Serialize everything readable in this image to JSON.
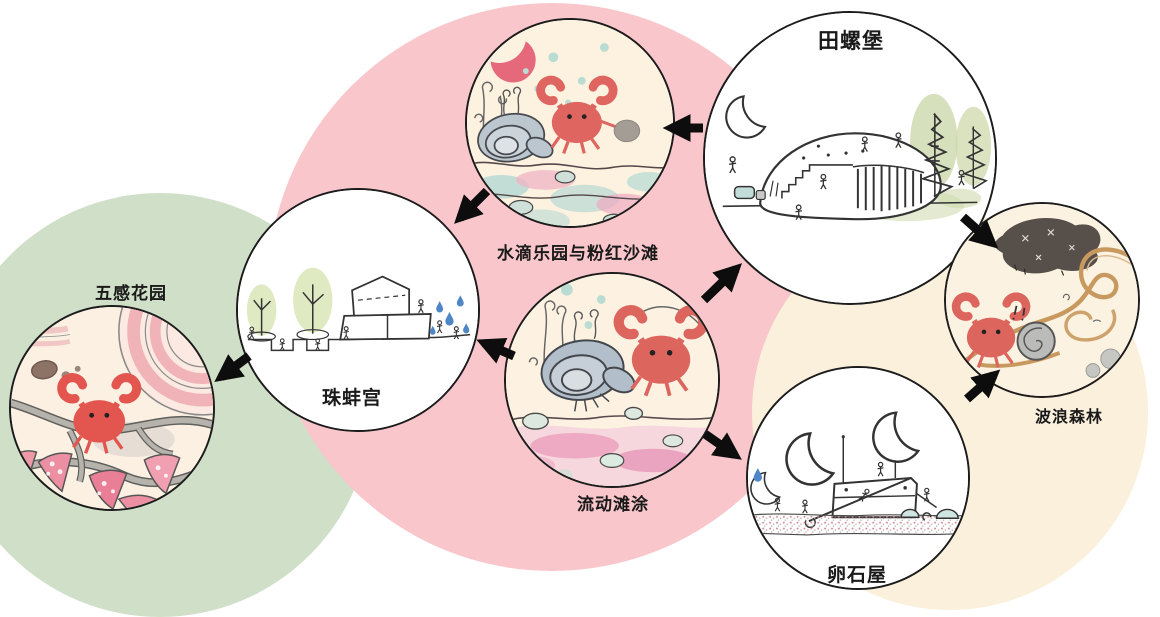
{
  "diagram": {
    "kind": "site-concept-map",
    "nodes": [
      {
        "id": "tianluobao",
        "label": "田螺堡",
        "label_position": "inside-top",
        "zone": "pink",
        "illustration": "snail-fort-dome-with-stairs-moon-pine-trees-stick-figures"
      },
      {
        "id": "shuidi",
        "label": "水滴乐园与粉红沙滩",
        "label_position": "below",
        "zone": "pink",
        "illustration": "red-crab-clam-shell-pebble-pink-crescent-teal-drops-beach"
      },
      {
        "id": "wugan",
        "label": "五感花园",
        "label_position": "above",
        "zone": "green",
        "illustration": "red-crab-grey-paths-pink-cone-flowers-striped-shell"
      },
      {
        "id": "zhubang",
        "label": "珠蚌宫",
        "label_position": "inside-bottom",
        "zone": "pink",
        "illustration": "pearl-mussel-palace-trees-stick-figures-water-drops"
      },
      {
        "id": "liudong",
        "label": "流动滩涂",
        "label_position": "below",
        "zone": "pink",
        "illustration": "large-oyster-shell-red-crab-pink-mudflat-teal-pebbles"
      },
      {
        "id": "luanshi",
        "label": "卵石屋",
        "label_position": "inside-bottom",
        "zone": "cream",
        "illustration": "pebble-house-slide-three-crescent-moons-stippled-ground"
      },
      {
        "id": "bolang",
        "label": "波浪森林",
        "label_position": "below",
        "zone": "cream",
        "illustration": "dark-rock-tan-wave-swirls-red-crab-snail-shell-pebbles"
      }
    ],
    "connections": [
      {
        "from": "田螺堡",
        "to": "水滴乐园与粉红沙滩"
      },
      {
        "from": "水滴乐园与粉红沙滩",
        "to": "珠蚌宫"
      },
      {
        "from": "流动滩涂",
        "to": "珠蚌宫"
      },
      {
        "from": "珠蚌宫",
        "to": "五感花园"
      },
      {
        "from": "流动滩涂",
        "to": "田螺堡"
      },
      {
        "from": "流动滩涂",
        "to": "卵石屋"
      },
      {
        "from": "田螺堡",
        "to": "波浪森林"
      },
      {
        "from": "卵石屋",
        "to": "波浪森林"
      }
    ],
    "zones": {
      "green": "#cfdfc8",
      "pink": "#f8c6cb",
      "cream": "#faf0dc"
    },
    "colors": {
      "node_border": "#1c1c1c",
      "arrow": "#0d0d0d",
      "label_text": "#1a1a1a",
      "crab_red": "#dd655e",
      "shell_grey_blue": "#b2bec9",
      "tree_green": "#ccd7aa",
      "water_drop_blue": "#4e86c6",
      "swirl_tan": "#c8995e"
    }
  }
}
